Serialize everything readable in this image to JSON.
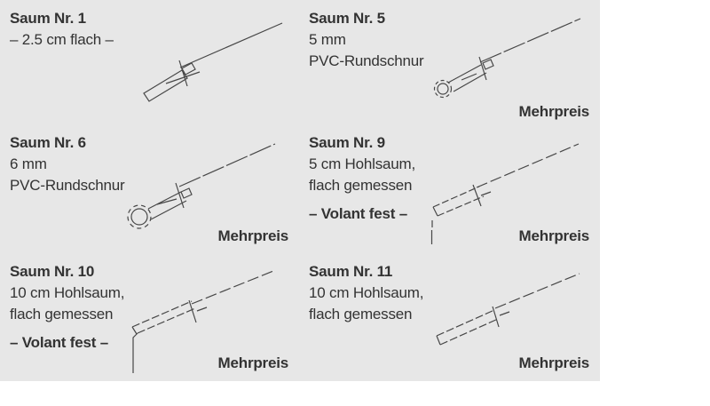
{
  "colors": {
    "page_bg": "#ffffff",
    "sheet_bg": "#e7e7e7",
    "text": "#333333",
    "line": "#474747"
  },
  "panels": [
    {
      "title": "Saum Nr. 1",
      "spec": [
        "– 2.5 cm flach –"
      ],
      "diagram": "flat-seam-diagram"
    },
    {
      "title": "Saum Nr. 5",
      "spec": [
        "5 mm",
        "PVC-Rundschnur"
      ],
      "surcharge": "Mehrpreis",
      "diagram": "pvc-round-cord-5mm-diagram"
    },
    {
      "title": "Saum Nr. 6",
      "spec": [
        "6 mm",
        "PVC-Rundschnur"
      ],
      "surcharge": "Mehrpreis",
      "diagram": "pvc-round-cord-6mm-diagram"
    },
    {
      "title": "Saum Nr. 9",
      "spec": [
        "5 cm Hohlsaum,",
        "flach gemessen"
      ],
      "note": "– Volant fest –",
      "surcharge": "Mehrpreis",
      "diagram": "hollow-hem-5cm-volant-diagram"
    },
    {
      "title": "Saum Nr. 10",
      "spec": [
        "10 cm Hohlsaum,",
        "flach gemessen"
      ],
      "note": "– Volant fest –",
      "surcharge": "Mehrpreis",
      "diagram": "hollow-hem-10cm-volant-diagram"
    },
    {
      "title": "Saum Nr. 11",
      "spec": [
        "10 cm Hohlsaum,",
        "flach gemessen"
      ],
      "surcharge": "Mehrpreis",
      "diagram": "hollow-hem-10cm-diagram"
    }
  ]
}
